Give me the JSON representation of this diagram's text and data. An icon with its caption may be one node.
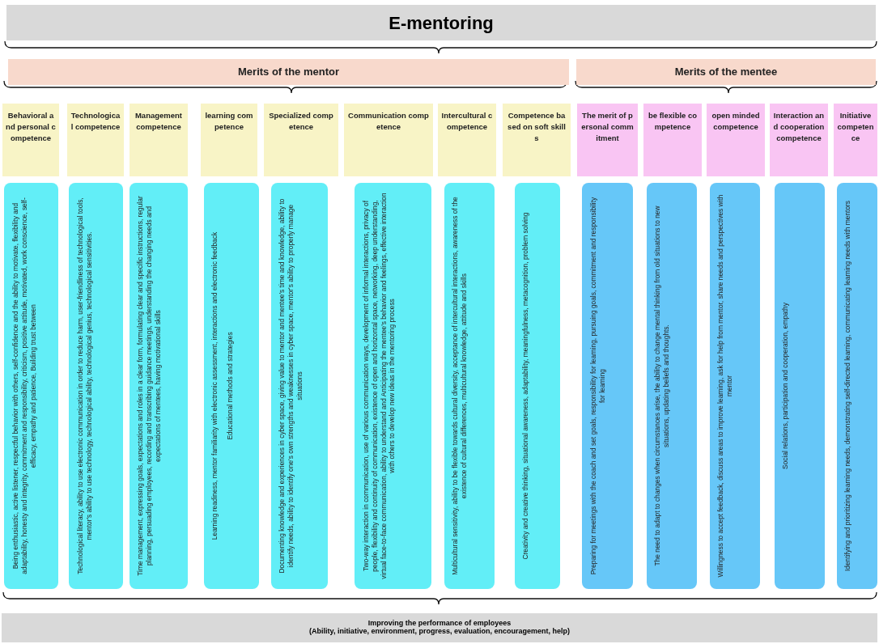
{
  "diagram": {
    "nodes": [
      {
        "text": [
          "E-mentoring"
        ]
      },
      {
        "text": [
          "Merits of the mentor"
        ]
      },
      {
        "text": [
          "Merits of the mentee"
        ]
      },
      {
        "text": [
          "Behavioral and personal competence"
        ]
      },
      {
        "text": [
          "Technological competence"
        ]
      },
      {
        "text": [
          "Management competence"
        ]
      },
      {
        "text": [
          "learning competence"
        ]
      },
      {
        "text": [
          "Specialized competence"
        ]
      },
      {
        "text": [
          "Communication competence"
        ]
      },
      {
        "text": [
          "Intercultural competence"
        ]
      },
      {
        "text": [
          "Competence based on soft skills"
        ]
      },
      {
        "text": [
          "The merit of personal commitment"
        ]
      },
      {
        "text": [
          "be flexible competence"
        ]
      },
      {
        "text": [
          "open minded competence"
        ]
      },
      {
        "text": [
          "Interaction and cooperation competence"
        ]
      },
      {
        "text": [
          "Initiative competence"
        ]
      },
      {
        "text": [
          "Being enthusiastic, active listener, respectful behavior with others, self-confidence and the ability to motivate, flexibility and adaptability, honesty and integrity, commitment and responsibility, criticism, positive attitude, motivated, work conscience, self-efficacy, empathy and patience, Building trust between"
        ]
      },
      {
        "text": [
          "Technological literacy, ability to use electronic communication in order to reduce harm, user-friendliness of technological tools, mentor's ability to use technology, technological ability, technological genius, technological sensitivities."
        ]
      },
      {
        "text": [
          "Time management, expressing goals, expectations and roles in a clear form, formulating clear and specific instructions, regular planning, persuading employees, recording and transcribing guidance meetings, understanding the changing needs and expectations of mentees, having motivational skills"
        ]
      },
      {
        "text": [
          "Learning readiness, mentor familiarity with electronic assessment, interactions and electronic feedback",
          "Educational methods and strategies"
        ]
      },
      {
        "text": [
          "Documenting knowledge and experiences in cyber space, giving value to mentor and mentee's time and knowledge, ability to identify needs, ability to identify one's own strengths and weaknesses in cyber space, mentor's ability to properly manage situations"
        ]
      },
      {
        "text": [
          "Two-way interaction in communication, use of various communication ways, development of informal interactions, privacy of people, flexibility and continuity of communication, existence of open and horizontal space, networking, deep understanding, virtual face-to-face communication, ability to understand and Anticipating the mentee's behavior and feelings, effective interaction with others to develop new ideas in the mentoring process"
        ]
      },
      {
        "text": [
          "Multicultural sensitivity, ability to be flexible towards cultural diversity, acceptance of intercultural interactions, awareness of the existence of cultural differences, multicultural knowledge, attitude and skills"
        ]
      },
      {
        "text": [
          "Creativity and creative thinking, situational awareness, adaptability, meaningfulness, metacognition, problem solving"
        ]
      },
      {
        "text": [
          "Preparing for meetings with the coach and set goals, responsibility for learning, pursuing goals, commitment and responsibility for learning"
        ]
      },
      {
        "text": [
          "The need to adapt to changes when circumstances arise, the ability to change mental thinking from old situations to new situations, updating beliefs and thoughts."
        ]
      },
      {
        "text": [
          "Willingness to accept feedback, discuss areas to improve learning, ask for help from mentor, share needs and perspectives with mentor"
        ]
      },
      {
        "text": [
          "Social relations, participation and cooperation, empathy"
        ]
      },
      {
        "text": [
          "Identifying and prioritizing learning needs, demonstrating self-directed learning, communicating learning needs with mentors"
        ]
      },
      {
        "text": [
          "Improving the performance of employees",
          "(Ability, initiative, environment, progress, evaluation, encouragement, help)"
        ]
      }
    ]
  }
}
